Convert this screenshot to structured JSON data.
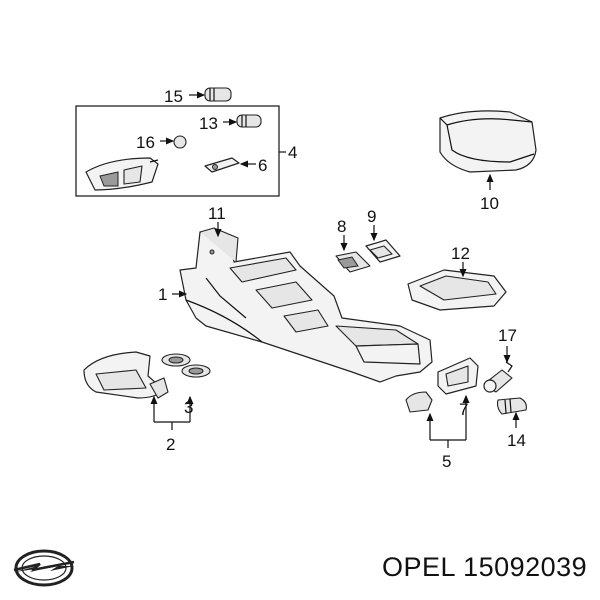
{
  "callouts": {
    "c1": "1",
    "c2": "2",
    "c3": "3",
    "c4": "4",
    "c5": "5",
    "c6": "6",
    "c7": "7",
    "c8": "8",
    "c9": "9",
    "c10": "10",
    "c11": "11",
    "c12": "12",
    "c13": "13",
    "c14": "14",
    "c15": "15",
    "c16": "16",
    "c17": "17"
  },
  "footer": {
    "brand": "OPEL",
    "part_number": "15092039"
  },
  "logo": {
    "icon": "opel-logo-icon",
    "color": "#222222"
  }
}
